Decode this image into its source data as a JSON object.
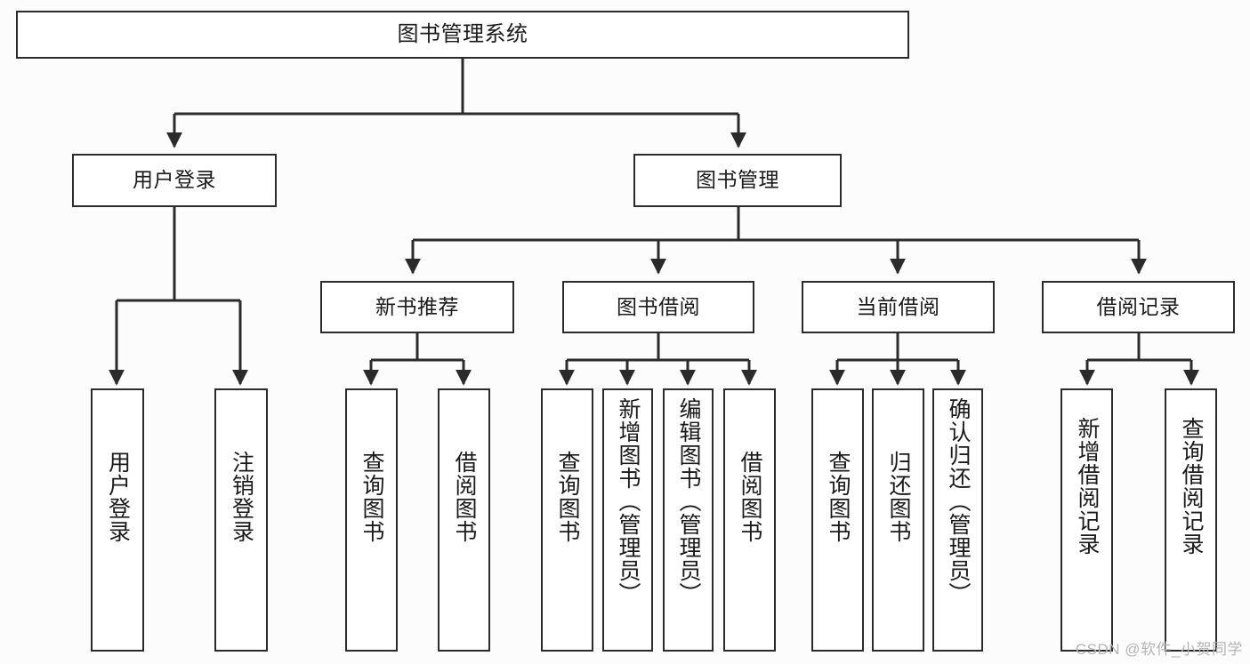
{
  "diagram": {
    "title": "图书管理系统",
    "type": "tree-hierarchy-chart",
    "watermark": "CSDN @软件_小贺同学",
    "colors": {
      "background": "#fcfcfc",
      "node_fill": "#ffffff",
      "node_border": "#2b2b2b",
      "edge": "#2b2b2b",
      "text": "#1a1a1a",
      "watermark": "#b4b4b4"
    },
    "nodes": {
      "root": {
        "label": "图书管理系统"
      },
      "level2": [
        {
          "label": "用户登录"
        },
        {
          "label": "图书管理"
        }
      ],
      "level3": [
        {
          "label": "新书推荐"
        },
        {
          "label": "图书借阅"
        },
        {
          "label": "当前借阅"
        },
        {
          "label": "借阅记录"
        }
      ],
      "leaves": {
        "user_login": [
          {
            "label": "用户登录"
          },
          {
            "label": "注销登录"
          }
        ],
        "new_book_recommend": [
          {
            "label": "查询图书"
          },
          {
            "label": "借阅图书"
          }
        ],
        "book_borrow": [
          {
            "label": "查询图书"
          },
          {
            "label": "新增图书（管理员）"
          },
          {
            "label": "编辑图书（管理员）"
          },
          {
            "label": "借阅图书"
          }
        ],
        "current_borrow": [
          {
            "label": "查询图书"
          },
          {
            "label": "归还图书"
          },
          {
            "label": "确认归还（管理员）"
          }
        ],
        "borrow_record": [
          {
            "label": "新增借阅记录"
          },
          {
            "label": "查询借阅记录"
          }
        ]
      }
    }
  }
}
